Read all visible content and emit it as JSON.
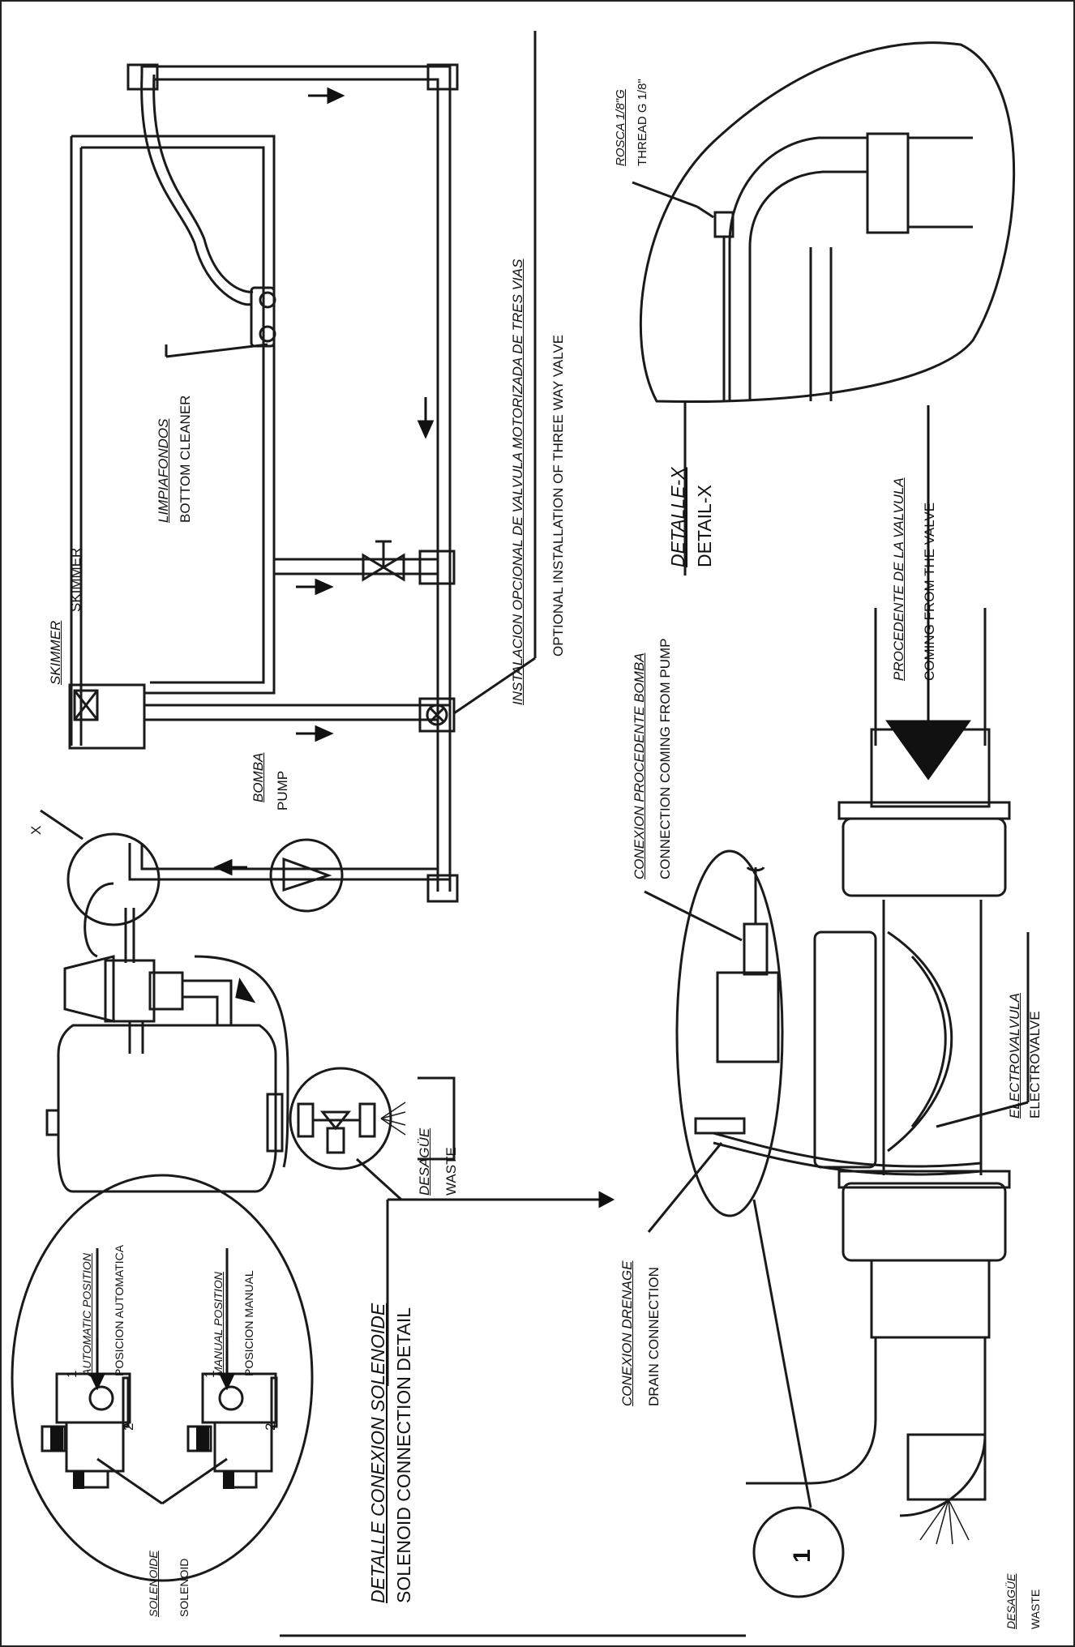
{
  "colors": {
    "line": "#1a1a1a",
    "bg": "#ffffff",
    "fill": "#111111"
  },
  "icons": [
    "pump-icon",
    "three-way-valve-icon",
    "motorized-valve-icon",
    "flow-arrow-icon",
    "solenoid-icon",
    "electrovalve-icon"
  ],
  "labels": {
    "skimmer_es": "SKIMMER",
    "skimmer_en": "SKIMMER",
    "cleaner_es": "LIMPIAFONDOS",
    "cleaner_en": "BOTTOM CLEANER",
    "valve_es": "INSTALACION OPCIONAL DE VALVULA MOTORIZADA DE TRES VIAS",
    "valve_en": "OPTIONAL INSTALLATION OF THREE WAY VALVE",
    "pump_es": "BOMBA",
    "pump_en": "PUMP",
    "x_mark": "X",
    "desague1_es": "DESAGÜE",
    "desague1_en": "WASTE",
    "solenoid_detail_es": "DETALLE CONEXION SOLENOIDE",
    "solenoid_detail_en": "SOLENOID CONNECTION DETAIL",
    "auto_en": "AUTOMATIC POSITION",
    "auto_es": "POSICION AUTOMATICA",
    "manual_en": "MANUAL POSITION",
    "manual_es": "POSICION MANUAL",
    "solenoide_es": "SOLENOIDE",
    "solenoide_en": "SOLENOID",
    "pin1a": "1",
    "pin2a": "2",
    "pin1b": "1",
    "pin2b": "2",
    "rosca_es": "ROSCA 1/8\"G",
    "rosca_en": "THREAD G 1/8\"",
    "detalle_x_es": "DETALLE-X",
    "detalle_x_en": "DETAIL-X",
    "procedente_es": "PROCEDENTE DE LA VALVULA",
    "procedente_en": "COMING FROM THE VALVE",
    "conexion_bomba_es": "CONEXION PROCEDENTE BOMBA",
    "conexion_bomba_en": "CONNECTION COMING FROM PUMP",
    "electrovalve_es": "ELECTROVALVULA",
    "electrovalve_en": "ELECTROVALVE",
    "drenaje_es": "CONEXION DRENAGE",
    "drenaje_en": "DRAIN CONNECTION",
    "desague2_es": "DESAGÜE",
    "desague2_en": "WASTE",
    "circle_num": "1"
  }
}
